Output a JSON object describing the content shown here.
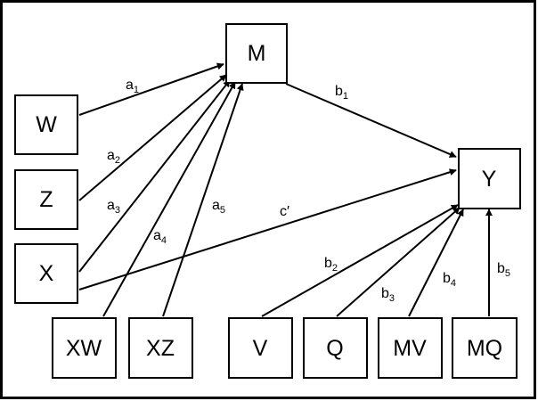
{
  "nodes": {
    "W": "W",
    "Z": "Z",
    "X": "X",
    "M": "M",
    "Y": "Y",
    "XW": "XW",
    "XZ": "XZ",
    "V": "V",
    "Q": "Q",
    "MV": "MV",
    "MQ": "MQ"
  },
  "paths": {
    "a1": {
      "base": "a",
      "sub": "1"
    },
    "a2": {
      "base": "a",
      "sub": "2"
    },
    "a3": {
      "base": "a",
      "sub": "3"
    },
    "a4": {
      "base": "a",
      "sub": "4"
    },
    "a5": {
      "base": "a",
      "sub": "5"
    },
    "b1": {
      "base": "b",
      "sub": "1"
    },
    "b2": {
      "base": "b",
      "sub": "2"
    },
    "b3": {
      "base": "b",
      "sub": "3"
    },
    "b4": {
      "base": "b",
      "sub": "4"
    },
    "b5": {
      "base": "b",
      "sub": "5"
    },
    "c": {
      "base": "c′",
      "sub": ""
    }
  }
}
